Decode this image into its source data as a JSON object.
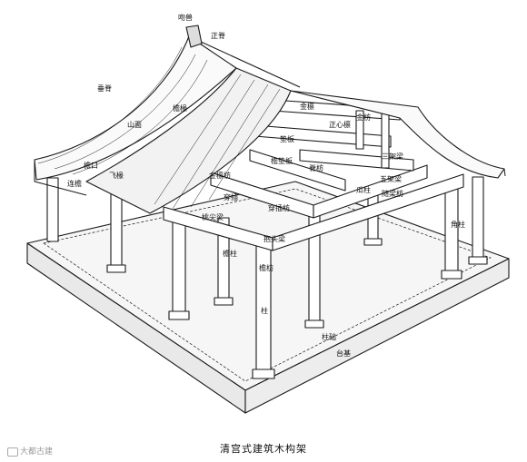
{
  "figure": {
    "caption": "清宫式建筑木构架",
    "watermark": "大都古建"
  },
  "labels": {
    "wenshou": "吻兽",
    "zhengji": "正脊",
    "chuiji": "垂脊",
    "jingui": "金檩",
    "zhengxin": "正心檩",
    "jinfang": "金枋",
    "yanchuan": "檐椽",
    "shanmian": "山面",
    "feiyan": "飞椽",
    "liankou": "连檐",
    "yankou": "檐口",
    "sanjialiang": "三架梁",
    "zhuliang": "瓜柱",
    "wujialiang": "五架梁",
    "suijialiang": "随梁枋",
    "jiaozhu": "角柱",
    "yanfang": "檐枋",
    "chuanchafang": "穿插枋",
    "baotouliang": "抱头梁",
    "zhu": "柱",
    "zhuchu": "柱础",
    "taiji": "台基",
    "jinliang": "金檩枋",
    "taoshou": "桃尖梁",
    "yandian": "檐垫板",
    "liu": "脊枋",
    "dianban": "垫板",
    "chuan": "穿插",
    "yanzhu": "檐柱"
  }
}
